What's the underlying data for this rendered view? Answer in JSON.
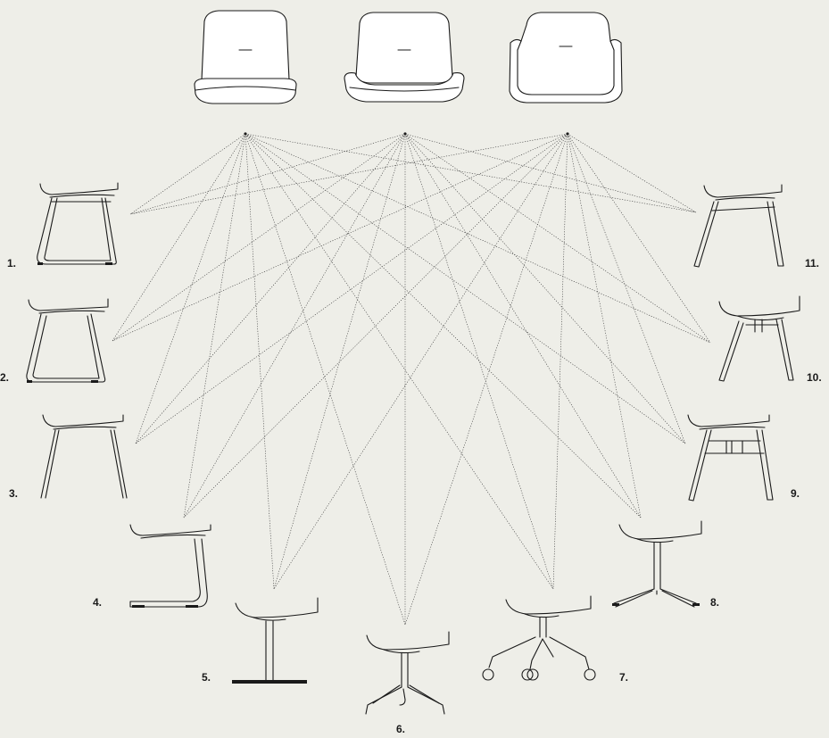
{
  "diagram": {
    "shells": [
      {
        "name": "shell-chair"
      },
      {
        "name": "shell-chair-wide"
      },
      {
        "name": "shell-armchair"
      }
    ],
    "bases": [
      {
        "label": "1.",
        "name": "sled-base-chair-1"
      },
      {
        "label": "2.",
        "name": "sled-base-chair-2"
      },
      {
        "label": "3.",
        "name": "four-leg-steel-chair"
      },
      {
        "label": "4.",
        "name": "cantilever-chair"
      },
      {
        "label": "5.",
        "name": "pedestal-plate-chair"
      },
      {
        "label": "6.",
        "name": "four-star-base-chair"
      },
      {
        "label": "7.",
        "name": "castor-swivel-chair"
      },
      {
        "label": "8.",
        "name": "three-star-base-chair"
      },
      {
        "label": "9.",
        "name": "wood-leg-stretcher-chair"
      },
      {
        "label": "10.",
        "name": "wood-leg-chair"
      },
      {
        "label": "11.",
        "name": "wood-leg-rail-chair"
      }
    ],
    "colors": {
      "background": "#eeeee8",
      "line": "#1a1a1a",
      "shell": "#ffffff"
    }
  }
}
